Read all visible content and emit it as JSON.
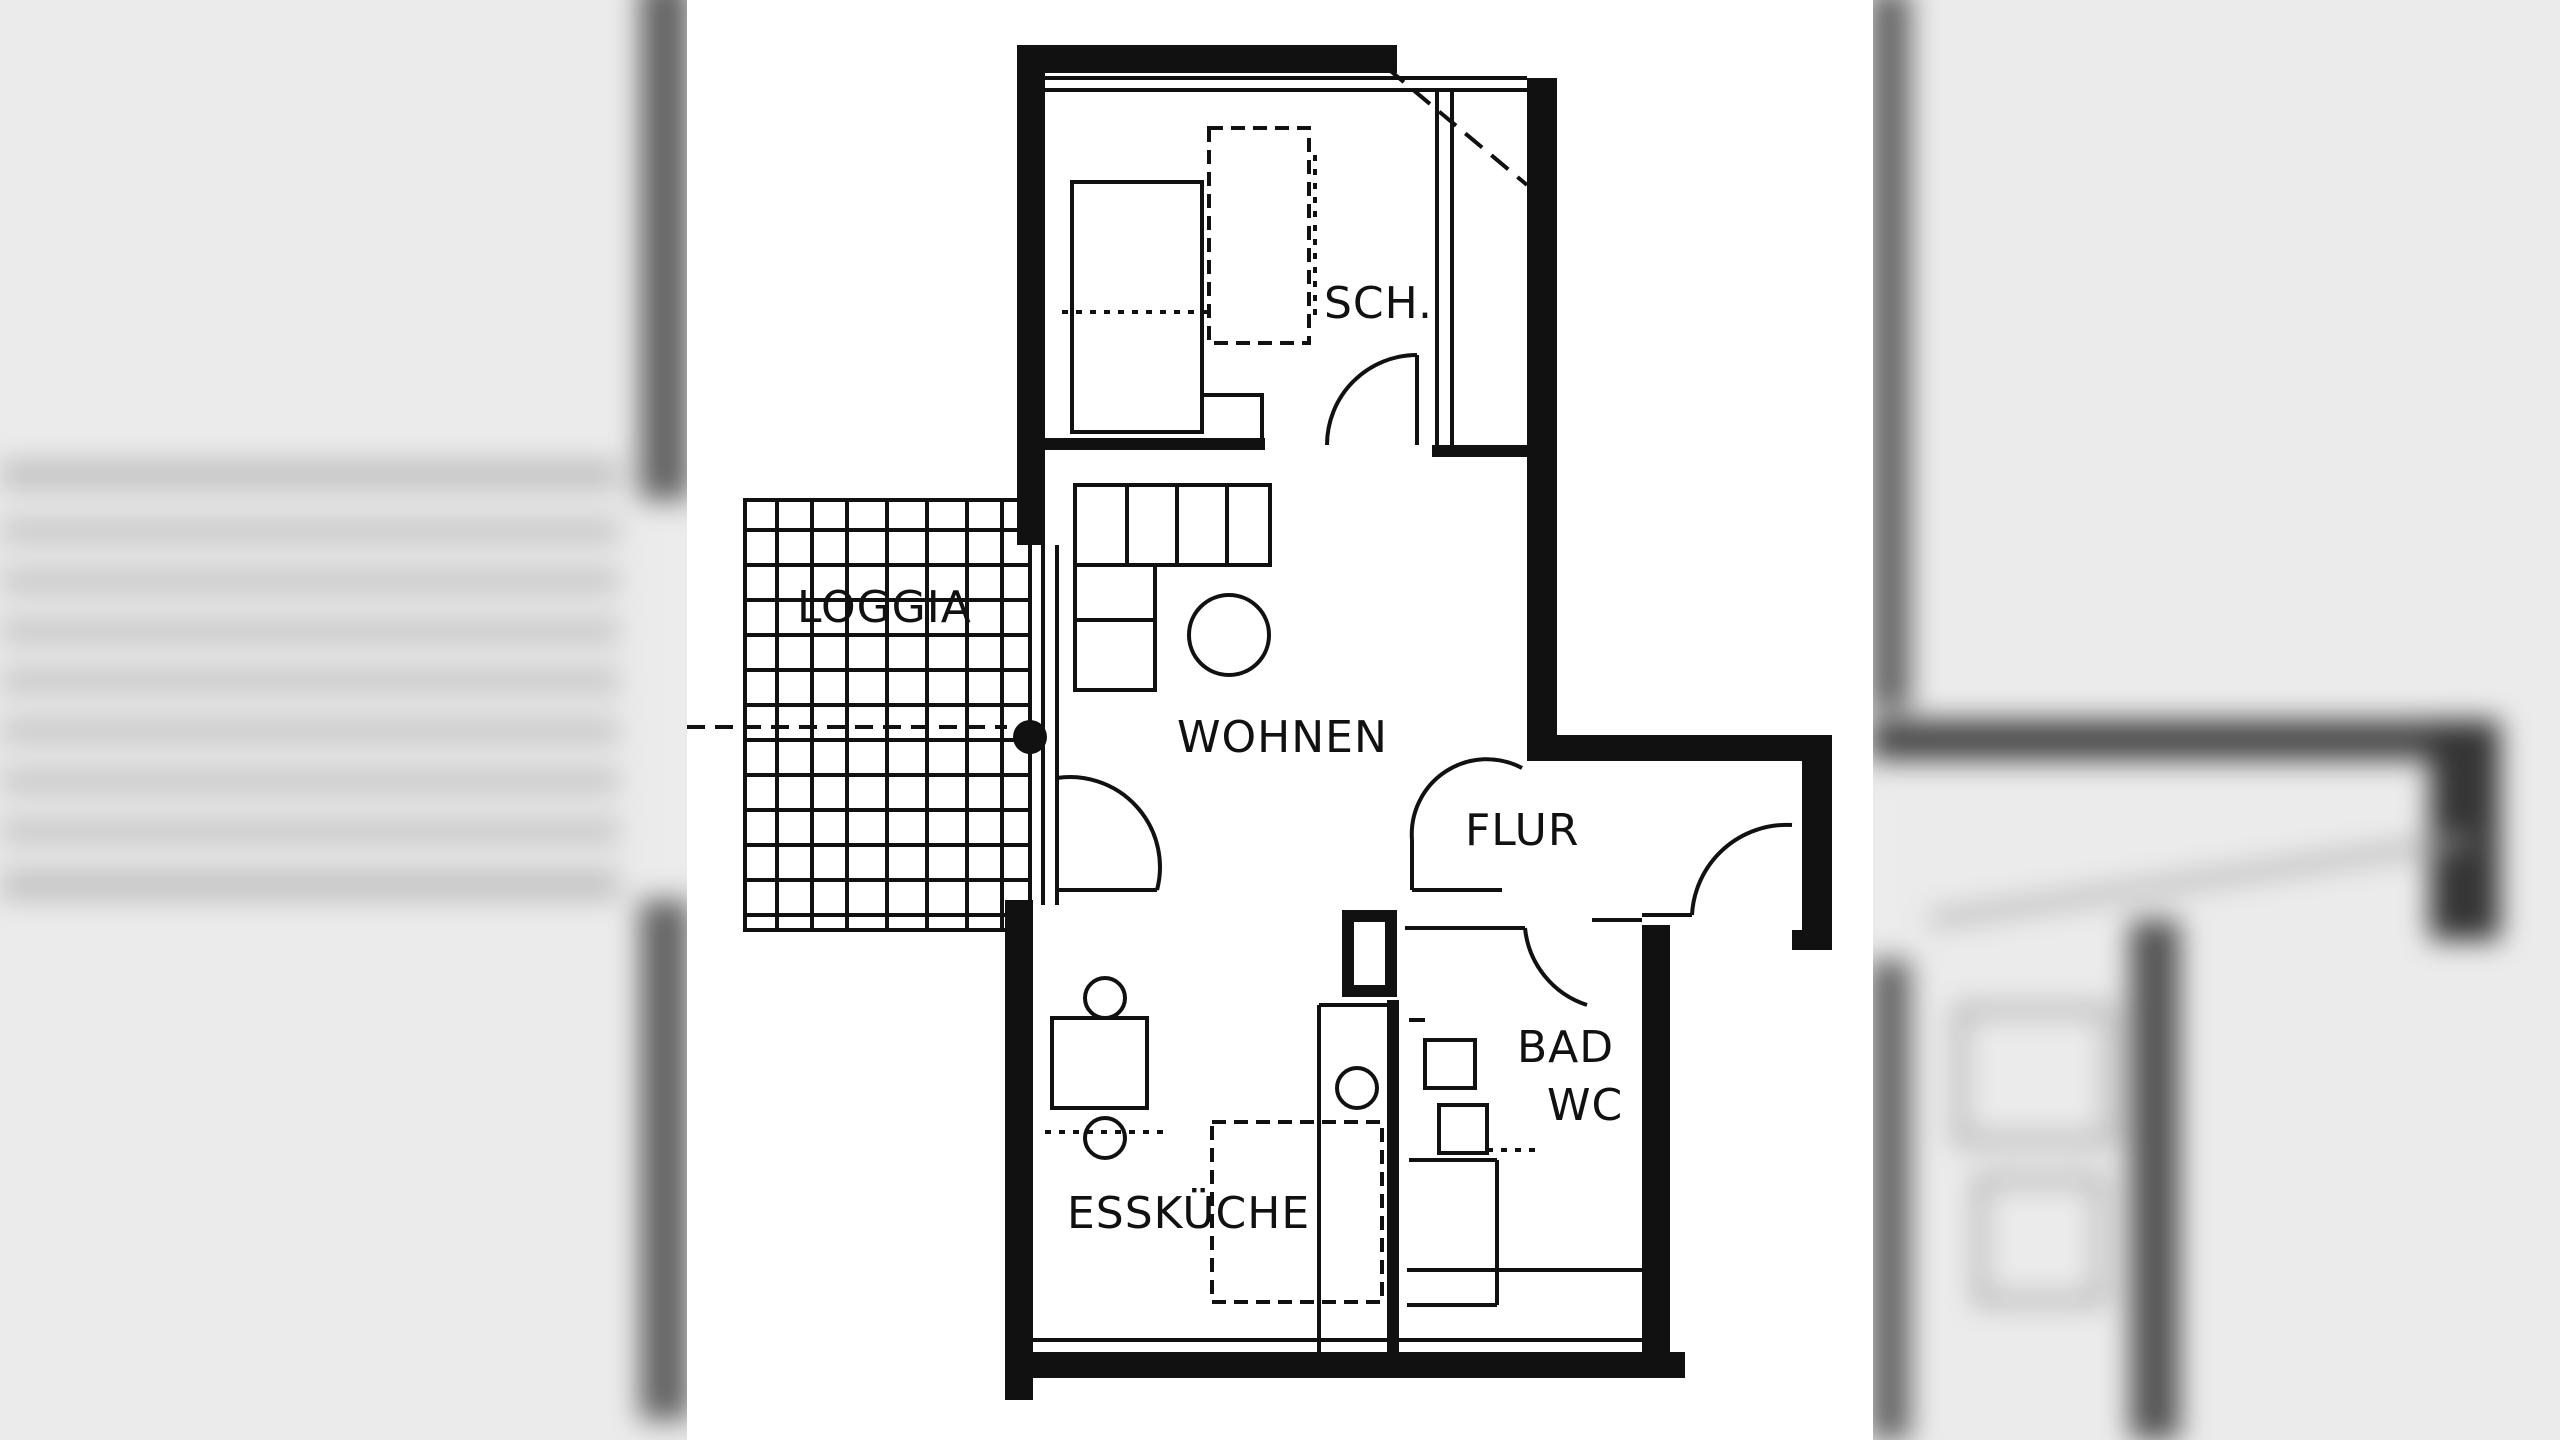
{
  "floor_plan": {
    "rooms": {
      "schlafen": "SCH.",
      "loggia": "LOGGIA",
      "wohnen": "WOHNEN",
      "flur": "FLUR",
      "bad_line1": "BAD",
      "bad_line2": "WC",
      "esskueche": "ESSKÜCHE"
    }
  },
  "colors": {
    "wall": "#111111",
    "background": "#ffffff",
    "blur_side": "#e9e9e9"
  }
}
